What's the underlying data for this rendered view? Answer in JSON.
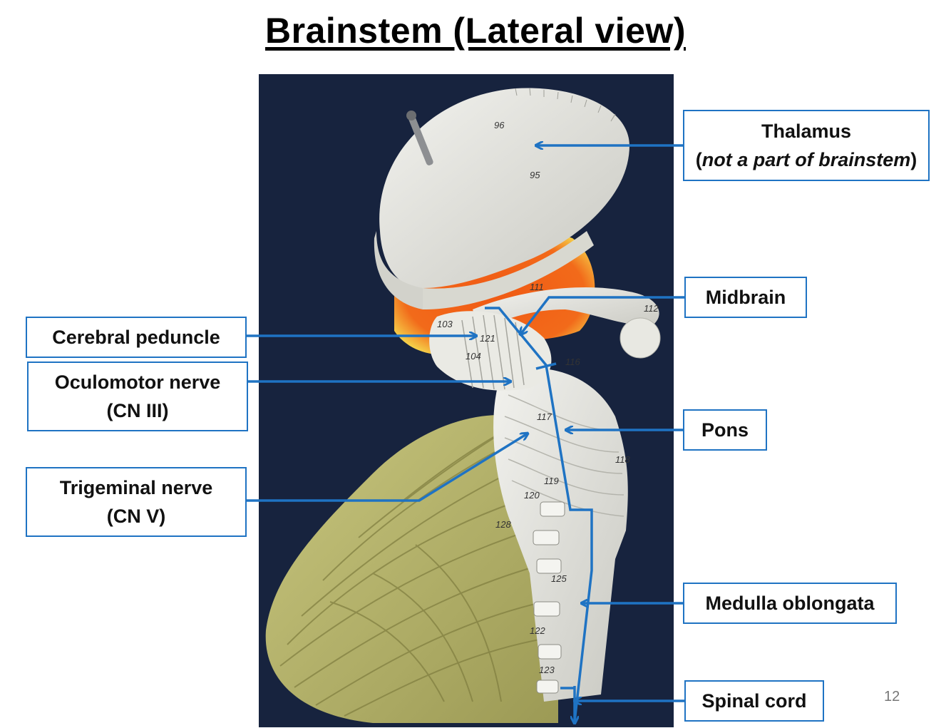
{
  "title": "Brainstem (Lateral view)",
  "page_number": "12",
  "labels": {
    "thalamus": {
      "line1": "Thalamus",
      "line2_open": "(",
      "line2_italic": "not a part of brainstem",
      "line2_close": ")"
    },
    "midbrain": {
      "line1": "Midbrain"
    },
    "cerebral_peduncle": {
      "line1": "Cerebral peduncle"
    },
    "oculomotor": {
      "line1": "Oculomotor nerve",
      "line2": "(CN III)"
    },
    "pons": {
      "line1": "Pons"
    },
    "trigeminal": {
      "line1": "Trigeminal nerve",
      "line2": "(CN V)"
    },
    "medulla": {
      "line1": "Medulla oblongata"
    },
    "spinal_cord": {
      "line1": "Spinal cord"
    }
  },
  "model_numbers": [
    "96",
    "95",
    "111",
    "112",
    "103",
    "104",
    "121",
    "116",
    "117",
    "118",
    "119",
    "120",
    "125",
    "122",
    "123",
    "128"
  ],
  "colors": {
    "arrow": "#1f73c3",
    "background_photo": "#17233e",
    "model_white": "#e6e6e0",
    "cerebellum_olive": "#b9b770",
    "highlight_orange": "#f05a14"
  }
}
